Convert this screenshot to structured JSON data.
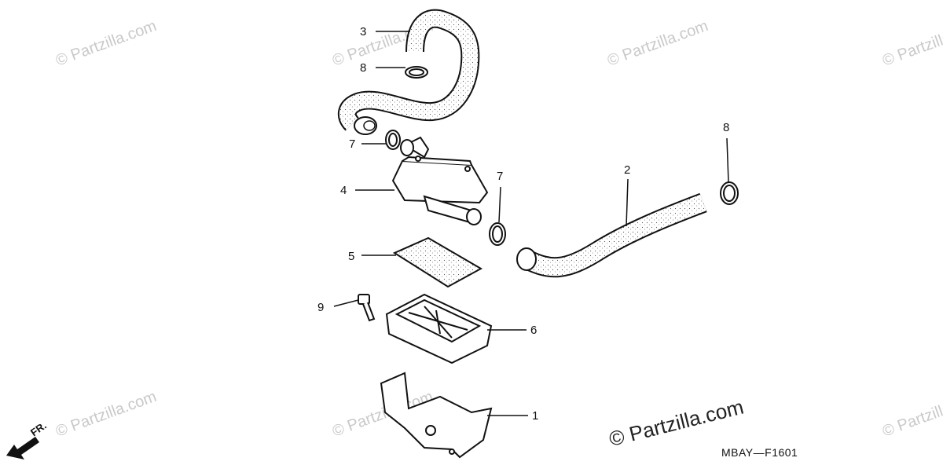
{
  "watermarks": {
    "text": "© Partzilla.com",
    "main": "© Partzilla.com"
  },
  "callouts": {
    "p1": "1",
    "p2": "2",
    "p3": "3",
    "p4": "4",
    "p5": "5",
    "p6": "6",
    "p7a": "7",
    "p7b": "7",
    "p8a": "8",
    "p8b": "8",
    "p9": "9"
  },
  "diagram_code": "MBAY—F1601",
  "front_indicator": "FR.",
  "colors": {
    "line": "#111111",
    "watermark": "#c9c9c9"
  }
}
